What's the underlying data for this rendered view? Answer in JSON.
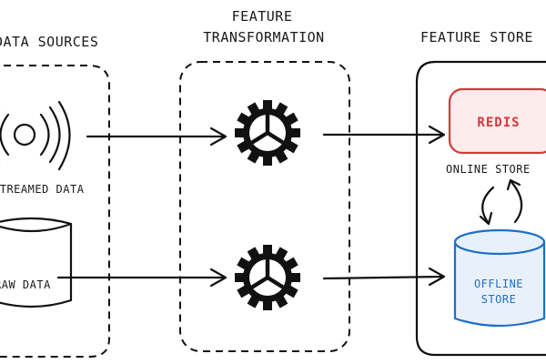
{
  "columns": {
    "sources": {
      "title": "DATA SOURCES"
    },
    "transformation": {
      "title_line1": "FEATURE",
      "title_line2": "TRANSFORMATION"
    },
    "store": {
      "title": "FEATURE STORE"
    }
  },
  "sources": {
    "streamed_label": "STREAMED DATA",
    "raw_label": "RAW DATA"
  },
  "store": {
    "online_name": "REDIS",
    "online_label": "ONLINE STORE",
    "offline_line1": "OFFLINE",
    "offline_line2": "STORE"
  },
  "colors": {
    "redis": "#d33a3a",
    "redis_fill": "#fdecec",
    "offline": "#1f6fc5",
    "offline_fill": "#e8f1fb"
  }
}
